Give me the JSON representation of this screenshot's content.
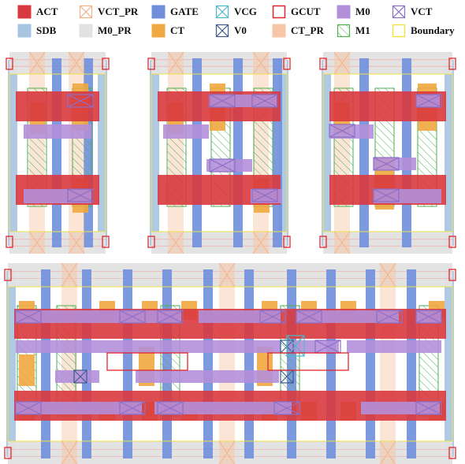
{
  "legend": {
    "items": [
      {
        "key": "act",
        "label": "ACT",
        "style": "solid",
        "fill": "#d9383e",
        "stroke": "#d9383e"
      },
      {
        "key": "vct_pr",
        "label": "VCT_PR",
        "style": "cross",
        "fill": "#ffffff",
        "stroke": "#f4b183"
      },
      {
        "key": "gate",
        "label": "GATE",
        "style": "solid",
        "fill": "#6f8fdb",
        "stroke": "#6f8fdb"
      },
      {
        "key": "vcg",
        "label": "VCG",
        "style": "cross",
        "fill": "#ffffff",
        "stroke": "#4bb8c9"
      },
      {
        "key": "gcut",
        "label": "GCUT",
        "style": "outline",
        "fill": "#ffffff",
        "stroke": "#e0262b"
      },
      {
        "key": "m0",
        "label": "M0",
        "style": "solid",
        "fill": "#b48fd9",
        "stroke": "#b48fd9"
      },
      {
        "key": "vct",
        "label": "VCT",
        "style": "cross",
        "fill": "#ffffff",
        "stroke": "#8b6fc7"
      },
      {
        "key": "sdb",
        "label": "SDB",
        "style": "solid",
        "fill": "#a7c4e0",
        "stroke": "#a7c4e0"
      },
      {
        "key": "m0_pr",
        "label": "M0_PR",
        "style": "solid",
        "fill": "#e2e2e2",
        "stroke": "#e2e2e2"
      },
      {
        "key": "ct",
        "label": "CT",
        "style": "solid",
        "fill": "#f0a840",
        "stroke": "#f0a840"
      },
      {
        "key": "v0",
        "label": "V0",
        "style": "cross",
        "fill": "#ffffff",
        "stroke": "#3d5a8a"
      },
      {
        "key": "ct_pr",
        "label": "CT_PR",
        "style": "solid",
        "fill": "#f6c6a6",
        "stroke": "#f6c6a6"
      },
      {
        "key": "m1",
        "label": "M1",
        "style": "hatch",
        "fill": "#ffffff",
        "stroke": "#4caf50"
      },
      {
        "key": "boundary",
        "label": "Boundary",
        "style": "outline",
        "fill": "#ffffff",
        "stroke": "#f2e24a"
      }
    ]
  },
  "palette": {
    "act": "#d9383e",
    "gate": "#6f8fdb",
    "sdb": "#a7c4e0",
    "m0": "#b48fd9",
    "m0_pr": "#e2e2e2",
    "ct": "#f0a840",
    "ct_pr": "#f6c6a6",
    "m1": "#4caf50",
    "vct": "#8b6fc7",
    "v0": "#3d5a8a",
    "vcg": "#4bb8c9",
    "gcut": "#e0262b",
    "boundary": "#f2e24a"
  }
}
